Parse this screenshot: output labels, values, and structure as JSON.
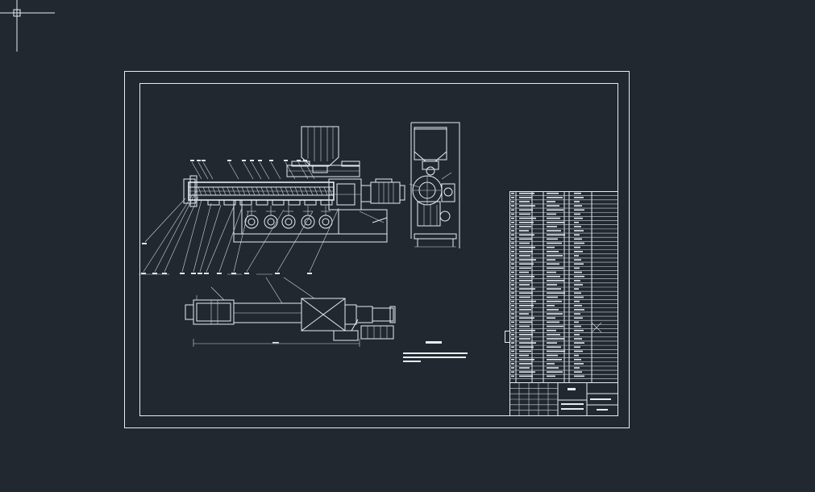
{
  "colors": {
    "background": "#212830",
    "linework": "#e8ecef"
  },
  "icons": {
    "cursor": "crosshair-cursor-icon"
  },
  "drawing": {
    "views": [
      "front-elevation",
      "side-elevation",
      "plan-view"
    ],
    "balloon_count": 24,
    "parts_list_rows": 46,
    "parts_list_columns": 6
  }
}
